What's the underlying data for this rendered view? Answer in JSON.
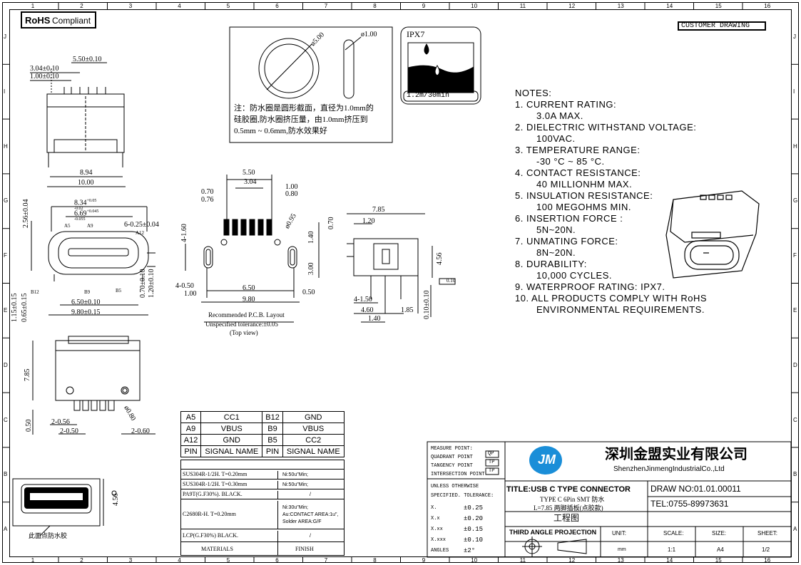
{
  "frame": {
    "col_numbers": [
      "1",
      "2",
      "3",
      "4",
      "5",
      "6",
      "7",
      "8",
      "9",
      "10",
      "11",
      "12",
      "13",
      "14",
      "15",
      "16"
    ],
    "row_letters": [
      "J",
      "I",
      "H",
      "G",
      "F",
      "E",
      "D",
      "C",
      "B",
      "A"
    ]
  },
  "header": {
    "rohs_bold": "RoHS",
    "rohs_text": "Compliant",
    "customer_drawing": "CUSTOMER DRAWING"
  },
  "seal_ring": {
    "outer_dia": "ø5.00",
    "cross_dia": "ø1.00",
    "note_lines": [
      "注：防水圈是圆形截面，直径为1.0mm的",
      "硅胶圈,防水圈挤压量，由1.0mm挤压到",
      "0.5mm ~ 0.6mm,防水效果好"
    ]
  },
  "ipx": {
    "label": "IPX7",
    "depth": "1.2m/30min"
  },
  "notes": {
    "heading": "NOTES:",
    "items": [
      {
        "num": "1.",
        "title": "CURRENT RATING:",
        "value": "3.0A MAX."
      },
      {
        "num": "2.",
        "title": "DIELECTRIC WITHSTAND VOLTAGE:",
        "value": "100VAC."
      },
      {
        "num": "3.",
        "title": "TEMPERATURE RANGE:",
        "value": "-30 °C ~ 85 °C."
      },
      {
        "num": "4.",
        "title": "CONTACT RESISTANCE:",
        "value": "40 MILLIONHM MAX."
      },
      {
        "num": "5.",
        "title": "INSULATION RESISTANCE:",
        "value": "100 MEGOHMS MIN."
      },
      {
        "num": "6.",
        "title": "INSERTION FORCE :",
        "value": "5N~20N."
      },
      {
        "num": "7.",
        "title": "UNMATING FORCE:",
        "value": "8N~20N."
      },
      {
        "num": "8.",
        "title": "DURABILITY:",
        "value": "10,000 CYCLES."
      },
      {
        "num": "9.",
        "title": "WATERPROOF RATING: IPX7.",
        "value": ""
      },
      {
        "num": "10.",
        "title": "ALL PRODUCTS COMPLY WITH RoHS",
        "value": "ENVIRONMENTAL REQUIREMENTS."
      }
    ]
  },
  "dims_top_view": {
    "d1": "5.50±0.10",
    "d2": "3.04±0.10",
    "d3": "1.00±0.10",
    "d4": "8.94",
    "d5": "10.00"
  },
  "dims_front_view": {
    "d1": "8.34",
    "d1_tol_up": "+0.05",
    "d1_tol_dn": "-0.02",
    "d2": "6.69",
    "d2_tol_up": "+0.045",
    "d2_tol_dn": "-0.055",
    "d3": "6-0.25±0.04",
    "d4": "2.56±0.04",
    "pins_top": [
      "A5",
      "A9",
      "A12"
    ],
    "pins_bottom": [
      "B12",
      "B9",
      "B5"
    ],
    "d5": "0.70±0.10",
    "d6": "1.20±0.10",
    "d7": "1.15±0.15",
    "d8": "0.65±0.15",
    "d9": "6.50±0.10",
    "d10": "9.80±0.15"
  },
  "dims_pcb": {
    "d1": "5.50",
    "d2": "3.04",
    "d3": "0.70",
    "d4": "0.76",
    "d5": "1.00",
    "d6": "0.80",
    "d7": "ø0.95",
    "d8": "4-1.60",
    "d9": "1.40",
    "d10": "3.00",
    "d11": "4-0.50",
    "d12": "1.00",
    "d13": "6.50",
    "d14": "0.50",
    "d15": "9.80",
    "caption1": "Recommended P.C.B. Layout",
    "caption2": "Unspecified tolerance:±0.05",
    "caption3": "(Top view)"
  },
  "dims_side_view": {
    "d1": "7.85",
    "d2": "0.70",
    "d3": "1.20",
    "d4": "4.56",
    "d5": "0.10",
    "d6": "4-1.50",
    "d7": "4.60",
    "d8": "1.40",
    "d9": "1.85",
    "d10": "0.10±0.10"
  },
  "dims_bottom_view": {
    "d1": "7.85",
    "d2": "ø0.80",
    "d3": "0.50",
    "d4": "2-0.56",
    "d5": "2-0.50",
    "d6": "2-0.60"
  },
  "dims_end_view": {
    "d1": "4.56",
    "label": "此面点防水胶"
  },
  "pin_table": {
    "rows": [
      [
        "A5",
        "CC1",
        "B12",
        "GND"
      ],
      [
        "A9",
        "VBUS",
        "B9",
        "VBUS"
      ],
      [
        "A12",
        "GND",
        "B5",
        "CC2"
      ],
      [
        "PIN",
        "SIGNAL NAME",
        "PIN",
        "SIGNAL NAME"
      ]
    ]
  },
  "materials_table": {
    "rows": [
      {
        "material": "SUS304R-1/2H. T=0.20mm",
        "finish": "Ni:50u\"Min;"
      },
      {
        "material": "SUS304R-1/2H. T=0.30mm",
        "finish": "Ni:50u\"Min;"
      },
      {
        "material": "PA9T(G.F30%). BLACK.",
        "finish": "/"
      },
      {
        "material": "C2680R-H. T=0.20mm",
        "finish": "Ni:30u\"Min;\nAu:CONTACT AREA:1u\",\nSolder AREA:G/F"
      },
      {
        "material": "LCP(G.F30%) BLACK.",
        "finish": "/"
      }
    ],
    "col1": "MATERIALS",
    "col2": "FINISH"
  },
  "title_block": {
    "measure": [
      "MEASURE POINT:",
      "QUADRANT POINT",
      "TANGENCY POINT",
      "INTERSECTION POINT"
    ],
    "measure_codes": [
      "QP",
      "TP",
      "TP"
    ],
    "tol_head1": "UNLESS OTHERWISE",
    "tol_head2": "SPECIFIED. TOLERANCE:",
    "tolerances": [
      {
        "k": "X.",
        "v": "±0.25"
      },
      {
        "k": "X.x",
        "v": "±0.20"
      },
      {
        "k": "X.xx",
        "v": "±0.15"
      },
      {
        "k": "X.xxx",
        "v": "±0.10"
      },
      {
        "k": "ANGLES",
        "v": "±2°"
      }
    ],
    "company_cn": "深圳金盟实业有限公司",
    "company_en": "ShenzhenJinmengIndustrialCo.,Ltd",
    "logo_text": "JM",
    "title_label": "TITLE:USB C TYPE CONNECTOR",
    "title_sub1": "TYPE C 6Pin SMT 防水",
    "title_sub2": "L=7.85 两脚插板(点胶款)",
    "title_sub3": "工程图",
    "draw_no": "DRAW NO:01.01.00011",
    "tel": "TEL:0755-89973631",
    "projection": "THIRD ANGLE PROJECTION",
    "unit_label": "UNIT:",
    "unit_value": "mm",
    "scale_label": "SCALE:",
    "scale_value": "1:1",
    "size_label": "SIZE:",
    "size_value": "A4",
    "sheet_label": "SHEET:",
    "sheet_value": "1/2"
  }
}
